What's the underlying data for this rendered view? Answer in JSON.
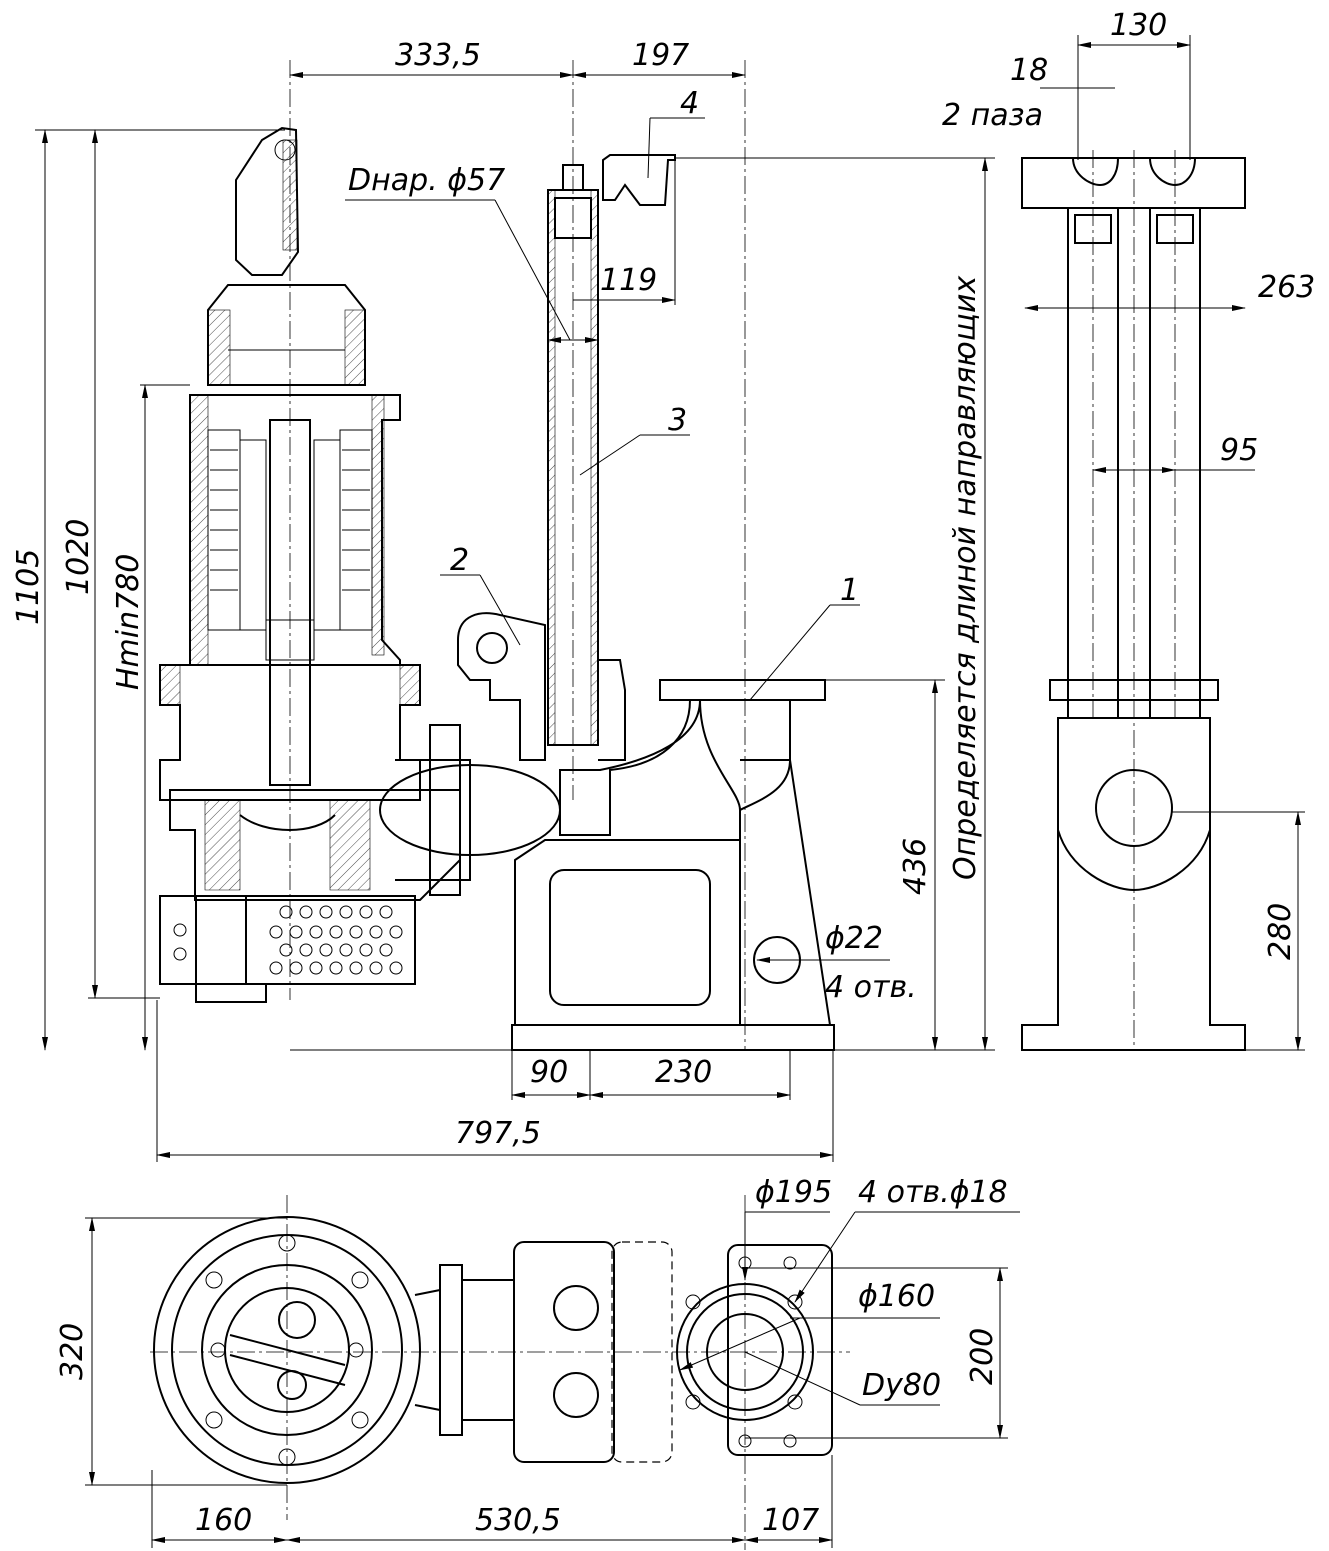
{
  "dimensions": {
    "d333_5": "333,5",
    "d197": "197",
    "d130": "130",
    "d18": "18",
    "slots": "2 паза",
    "d_outer": "Dнар. ϕ57",
    "d119": "119",
    "d263": "263",
    "d95": "95",
    "d1105": "1105",
    "d1020": "1020",
    "hmin": "Hmin780",
    "guide_note": "Определяется длиной направляющих",
    "d436": "436",
    "d280": "280",
    "phi22": "ϕ22",
    "holes4": "4 отв.",
    "d90": "90",
    "d230": "230",
    "d797_5": "797,5",
    "phi195": "ϕ195",
    "holes4_18": "4 отв.ϕ18",
    "phi160": "ϕ160",
    "dy80": "Dy80",
    "d320": "320",
    "d200": "200",
    "d160": "160",
    "d530_5": "530,5",
    "d107": "107"
  },
  "positions": {
    "p1": "1",
    "p2": "2",
    "p3": "3",
    "p4": "4"
  }
}
